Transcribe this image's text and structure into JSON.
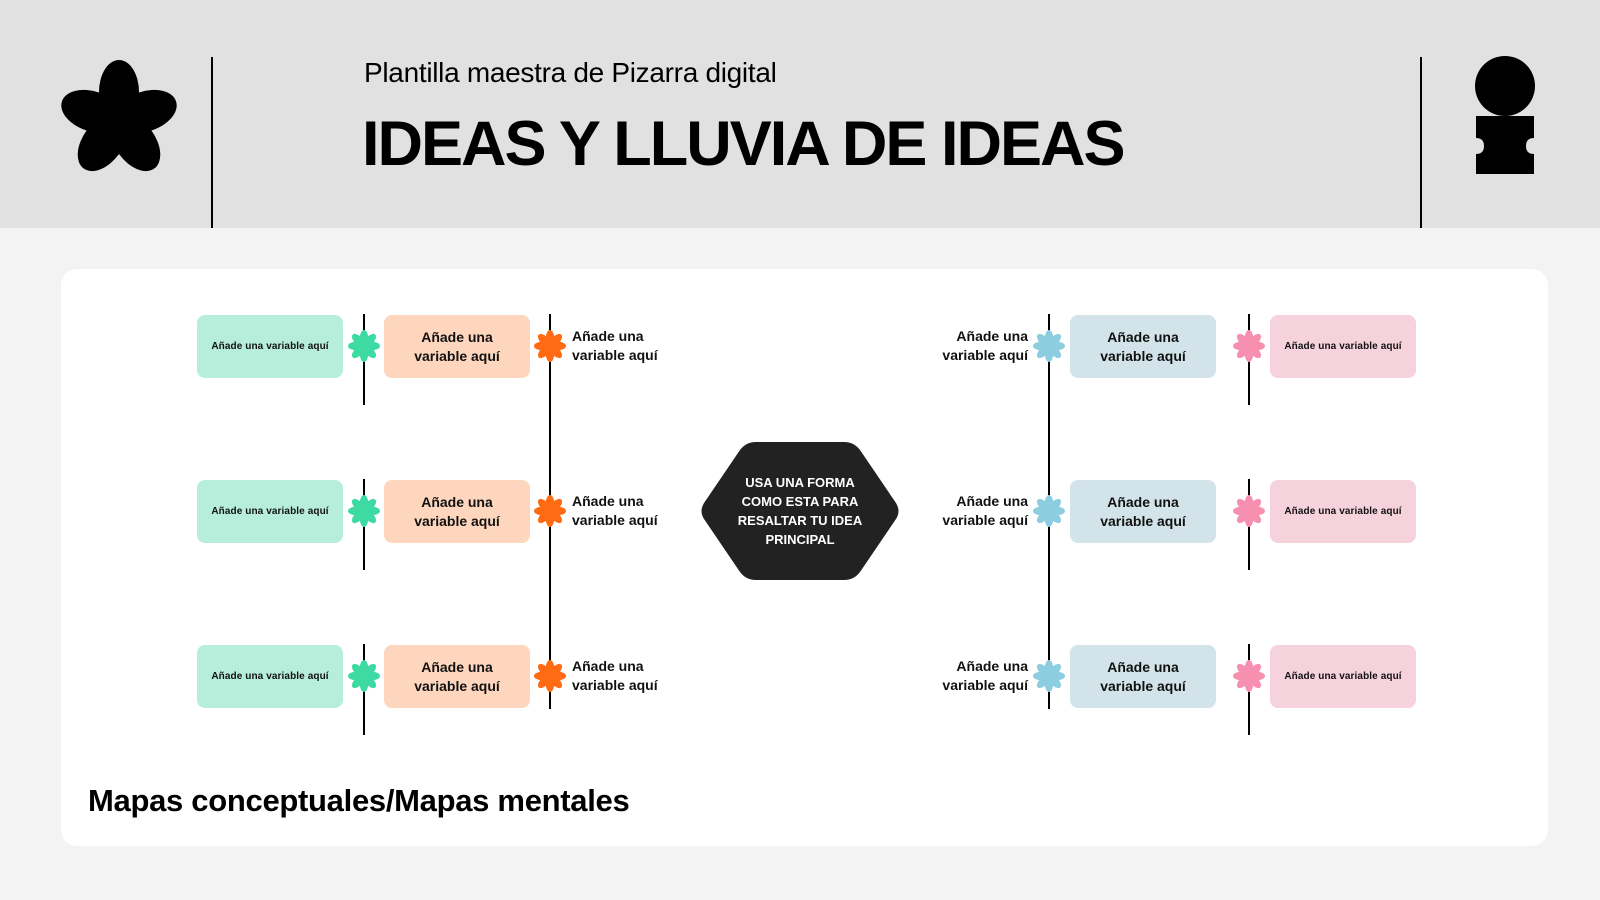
{
  "header": {
    "subtitle": "Plantilla maestra de Pizarra digital",
    "title": "IDEAS Y LLUVIA DE IDEAS"
  },
  "mind_map": {
    "center_text": "USA UNA FORMA COMO ESTA PARA RESALTAR TU IDEA PRINCIPAL",
    "rows": [
      {
        "left_outer": "Añade una variable aquí",
        "left_inner": "Añade una variable aquí",
        "left_label": "Añade una variable aquí",
        "right_label": "Añade una variable aquí",
        "right_inner": "Añade una variable aquí",
        "right_outer": "Añade una variable aquí"
      },
      {
        "left_outer": "Añade una variable aquí",
        "left_inner": "Añade una variable aquí",
        "left_label": "Añade una variable aquí",
        "right_label": "Añade una variable aquí",
        "right_inner": "Añade una variable aquí",
        "right_outer": "Añade una variable aquí"
      },
      {
        "left_outer": "Añade una variable aquí",
        "left_inner": "Añade una variable aquí",
        "left_label": "Añade una variable aquí",
        "right_label": "Añade una variable aquí",
        "right_inner": "Añade una variable aquí",
        "right_outer": "Añade una variable aquí"
      }
    ]
  },
  "caption": "Mapas conceptuales/Mapas mentales",
  "colors": {
    "header_bg": "#e1e1e1",
    "page_bg": "#f3f3f3",
    "card_bg": "#ffffff",
    "green_box": "#b6eedb",
    "green_icon": "#3ddba3",
    "orange_box": "#fdd6bd",
    "orange_icon": "#ff6a13",
    "blue_box": "#d2e4ea",
    "blue_icon": "#8ccde0",
    "pink_box": "#f6d2dd",
    "pink_icon": "#f78fb0",
    "center_shape": "#222222"
  },
  "icons": [
    "flower-logo-icon",
    "figure-logo-icon",
    "asterisk-burst-icon"
  ]
}
